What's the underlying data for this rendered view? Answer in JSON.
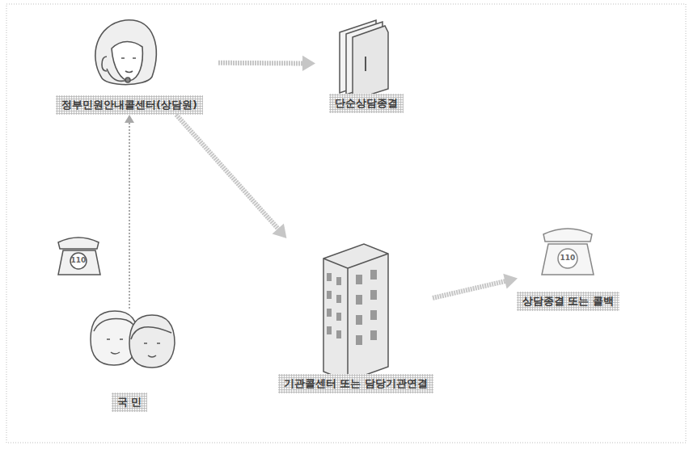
{
  "diagram": {
    "nodes": [
      {
        "text": [
          "정부민원안내콜센터(상담원)"
        ]
      },
      {
        "text": [
          "단순상담종결"
        ]
      },
      {
        "text": [
          "기관콜센터 또는 담당기관연결"
        ]
      },
      {
        "text": [
          "상담종결 또는 콜백"
        ]
      },
      {
        "text": [
          "국 민"
        ]
      }
    ],
    "edges": [
      {
        "from": 4,
        "to": 0,
        "arrow": "to"
      },
      {
        "from": 0,
        "to": 1,
        "arrow": "to"
      },
      {
        "from": 0,
        "to": 2,
        "arrow": "to"
      },
      {
        "from": 2,
        "to": 3,
        "arrow": "to"
      }
    ],
    "labels": [
      "110",
      "110"
    ]
  }
}
